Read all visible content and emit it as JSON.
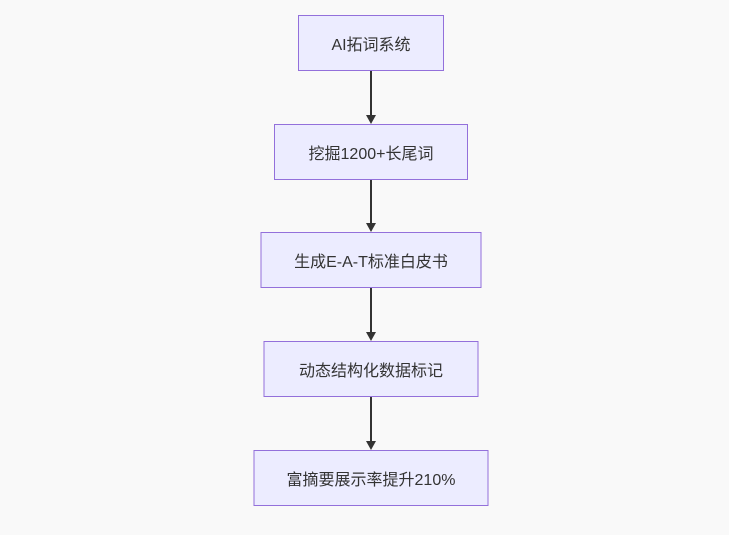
{
  "diagram": {
    "type": "flowchart",
    "direction": "top-down",
    "nodes": [
      {
        "label": "AI拓词系统"
      },
      {
        "label": "挖掘1200+长尾词"
      },
      {
        "label": "生成E-A-T标准白皮书"
      },
      {
        "label": "动态结构化数据标记"
      },
      {
        "label": "富摘要展示率提升210%"
      }
    ],
    "edges": [
      {
        "from": 0,
        "to": 1
      },
      {
        "from": 1,
        "to": 2
      },
      {
        "from": 2,
        "to": 3
      },
      {
        "from": 3,
        "to": 4
      }
    ],
    "colors": {
      "node_fill": "#ECECFF",
      "node_border": "#9370DB",
      "node_text": "#333333",
      "arrow": "#333333",
      "canvas_background": "#F9F9F9"
    }
  }
}
